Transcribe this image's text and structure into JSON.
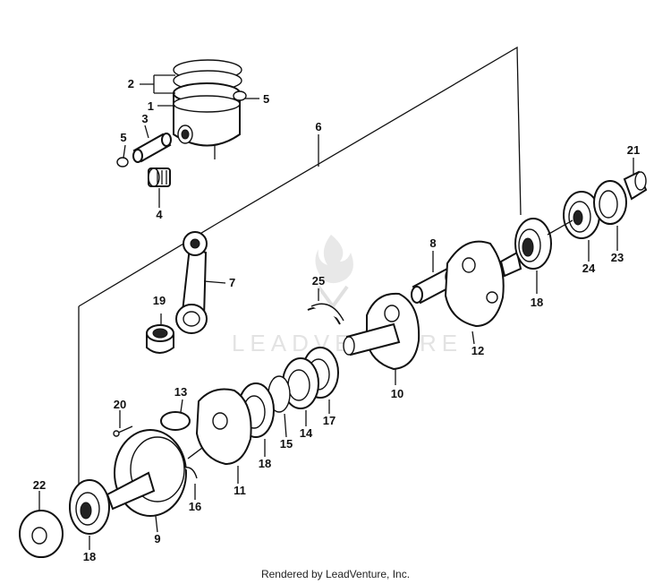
{
  "watermark": {
    "text": "LEADVENTURE"
  },
  "footer": {
    "text": "Rendered by LeadVenture, Inc."
  },
  "callouts": {
    "c1": "1",
    "c2": "2",
    "c3": "3",
    "c4": "4",
    "c5a": "5",
    "c5b": "5",
    "c6": "6",
    "c7": "7",
    "c8": "8",
    "c9": "9",
    "c10": "10",
    "c11": "11",
    "c12": "12",
    "c13": "13",
    "c14": "14",
    "c15": "15",
    "c16": "16",
    "c17": "17",
    "c18a": "18",
    "c18b": "18",
    "c18c": "18",
    "c19": "19",
    "c20": "20",
    "c21": "21",
    "c22": "22",
    "c23": "23",
    "c24": "24",
    "c25": "25"
  }
}
